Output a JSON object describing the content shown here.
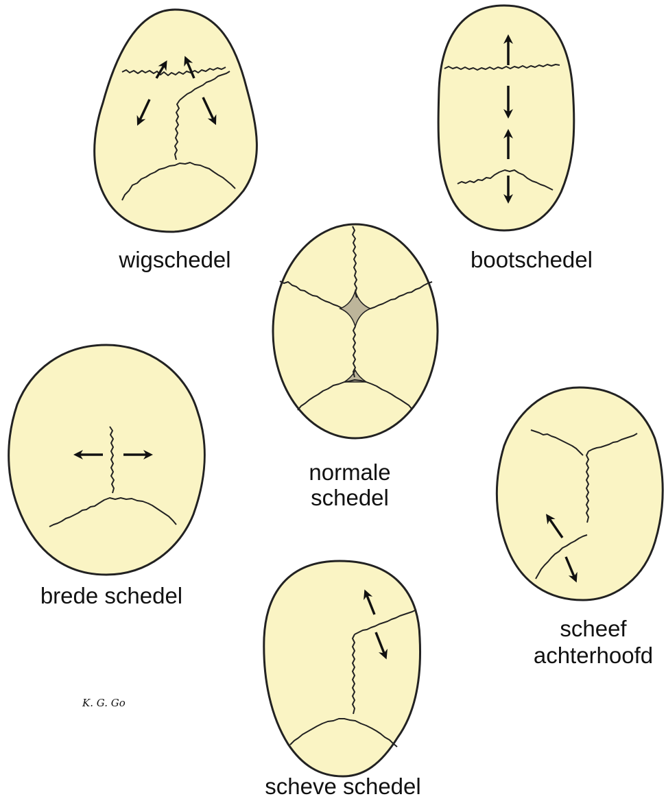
{
  "labels": {
    "wedge": "wigschedel",
    "boat": "bootschedel",
    "normal_line1": "normale",
    "normal_line2": "schedel",
    "broad": "brede schedel",
    "oblique_occiput_line1": "scheef",
    "oblique_occiput_line2": "achterhoofd",
    "oblique": "scheve schedel"
  },
  "signature": "K. G. Go",
  "colors": {
    "bone": "#faf4c4",
    "fontanel": "#bdb59a",
    "outline": "#222222"
  }
}
